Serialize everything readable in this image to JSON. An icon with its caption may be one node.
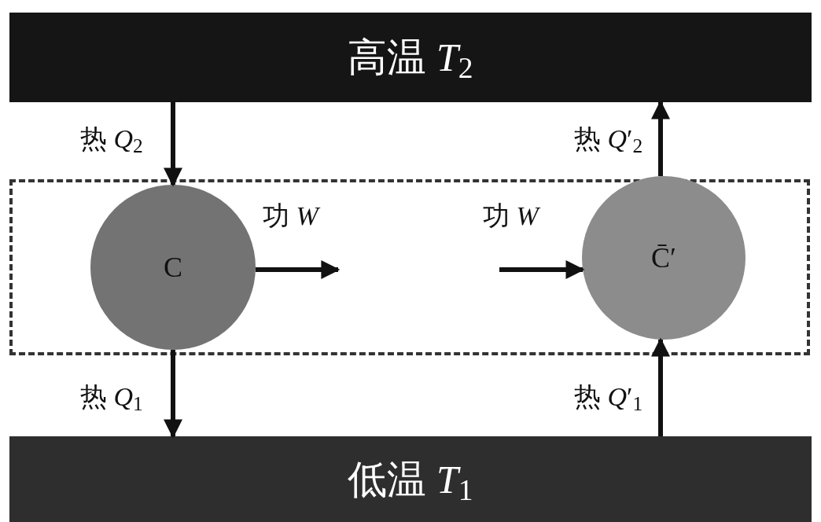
{
  "diagram": {
    "nodes": [
      {
        "text": [
          "高温 *T*$_{2}$"
        ]
      },
      {
        "text": [],
        "shape": "box"
      },
      {
        "text": [
          "C"
        ],
        "in": 1
      },
      {
        "text": [
          "C̄′"
        ],
        "in": 1
      },
      {
        "text": [
          "低温 *T*$_{1}$"
        ]
      }
    ],
    "edges": [
      {
        "from": 0,
        "to": 2,
        "arrow": "to",
        "label": "热 *Q*$_{2}$"
      },
      {
        "from": 2,
        "to": 4,
        "arrow": "to",
        "label": "热 *Q*$_{1}$"
      },
      {
        "from": 2,
        "to": null,
        "arrow": "to",
        "label": "功 *W*"
      },
      {
        "from": null,
        "to": 3,
        "arrow": "to",
        "label": "功 *W*"
      },
      {
        "from": 3,
        "to": 0,
        "arrow": "to",
        "label": "热 *Q*′$_{2}$"
      },
      {
        "from": 4,
        "to": 3,
        "arrow": "to",
        "label": "热 *Q*′$_{1}$"
      }
    ]
  }
}
